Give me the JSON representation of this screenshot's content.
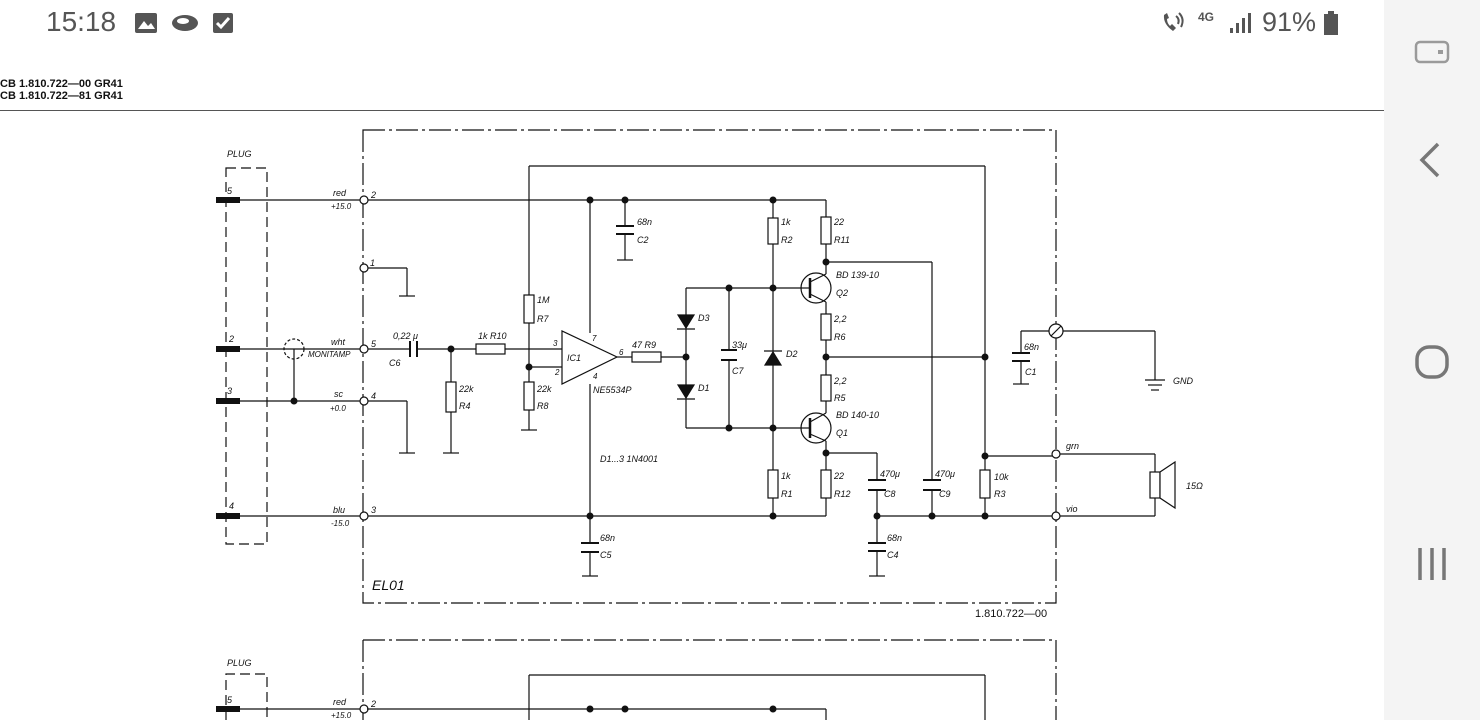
{
  "status_bar": {
    "time": "15:18",
    "network": "4G",
    "battery": "91%",
    "icons": [
      "image-icon",
      "cloud-icon",
      "checkbox-icon",
      "wifi-calling-icon",
      "signal-icon",
      "battery-icon"
    ]
  },
  "header": {
    "line1": "CB  1.810.722—00 GR41",
    "line2": "CB  1.810.722—81 GR41"
  },
  "schematic": {
    "plug_label": "PLUG",
    "board_label": "EL01",
    "drawing_number": "1.810.722—00",
    "pins": [
      "5",
      "2",
      "3",
      "4"
    ],
    "red": "red",
    "red_voltage": "+15.0",
    "wht": "wht",
    "monitamp": "MONITAMP",
    "sc": "sc",
    "sc_voltage": "+0.0",
    "blu": "blu",
    "blu_voltage": "-15.0",
    "terminals": [
      "2",
      "1",
      "5",
      "4",
      "3"
    ],
    "c6_value": "0,22 μ",
    "c6": "C6",
    "r10_value": "1k R10",
    "r4_value": "22k",
    "r4": "R4",
    "r7_value": "1M",
    "r7": "R7",
    "r8_value": "22k",
    "r8": "R8",
    "ic1": "IC1",
    "ic1_type": "NE5534P",
    "ic_pins": [
      "7",
      "3",
      "2",
      "6",
      "4"
    ],
    "r9": "47 R9",
    "c2_value": "68n",
    "c2": "C2",
    "d3": "D3",
    "d1": "D1",
    "d2": "D2",
    "c7_value": "33μ",
    "c7": "C7",
    "r2_value": "1k",
    "r2": "R2",
    "r11_value": "22",
    "r11": "R11",
    "q2_type": "BD 139-10",
    "q2": "Q2",
    "r6_value": "2,2",
    "r6": "R6",
    "r5_value": "2,2",
    "r5": "R5",
    "q1_type": "BD 140-10",
    "q1": "Q1",
    "diodes_note": "D1...3   1N4001",
    "r1_value": "1k",
    "r1": "R1",
    "r12_value": "22",
    "r12": "R12",
    "c8_value": "470μ",
    "c8": "C8",
    "c9_value": "470μ",
    "c9": "C9",
    "r3_value": "10k",
    "r3": "R3",
    "c5_value": "68n",
    "c5": "C5",
    "c4_value": "68n",
    "c4": "C4",
    "c1_value": "68n",
    "c1": "C1",
    "gnd": "GND",
    "grn": "grn",
    "vio": "vio",
    "speaker": "15Ω"
  }
}
